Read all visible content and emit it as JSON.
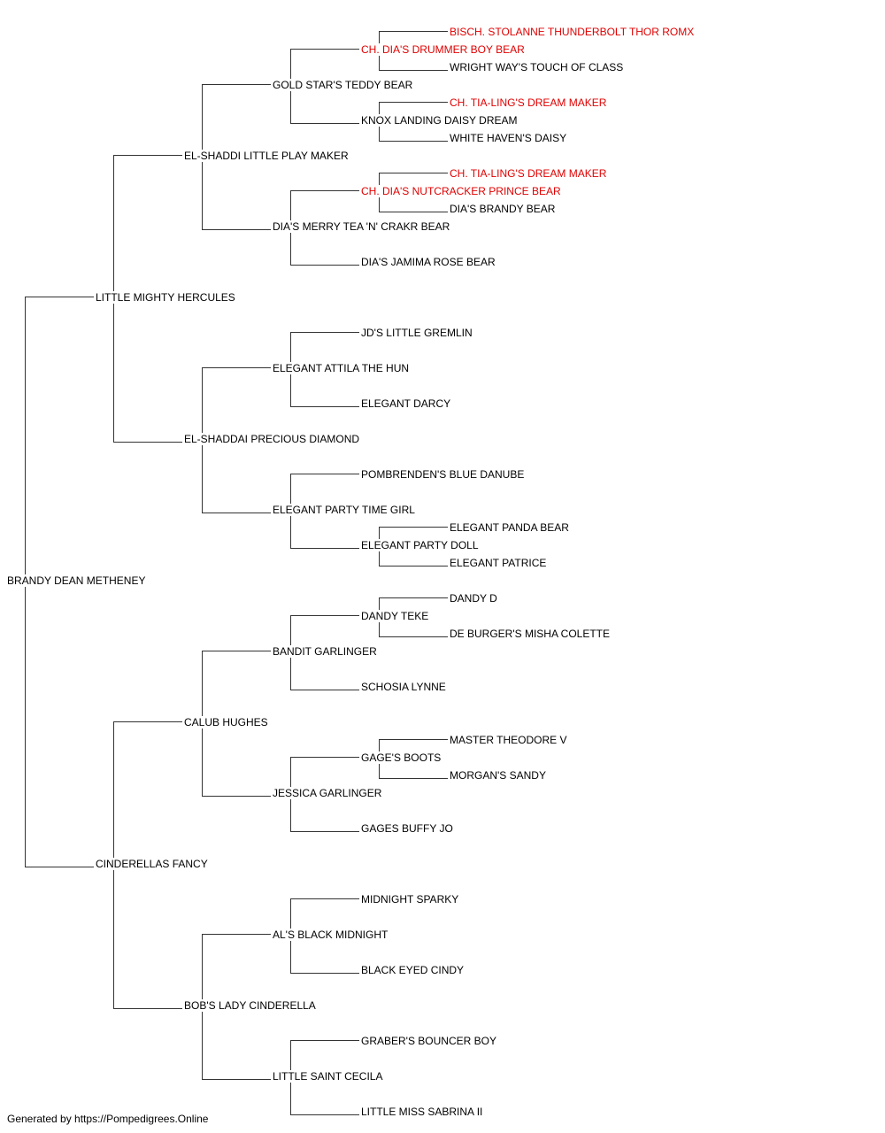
{
  "colors": {
    "champion": "#e00000",
    "normal": "#000000",
    "line": "#333333"
  },
  "pedigree": {
    "name": "BRANDY DEAN METHENEY",
    "sire": {
      "name": "LITTLE MIGHTY HERCULES",
      "sire": {
        "name": "EL-SHADDI LITTLE PLAY MAKER",
        "sire": {
          "name": "GOLD STAR'S TEDDY BEAR",
          "sire": {
            "name": "CH. DIA'S DRUMMER BOY BEAR",
            "champion": true,
            "sire": {
              "name": "BISCH. STOLANNE THUNDERBOLT THOR ROMX",
              "champion": true
            },
            "dam": {
              "name": "WRIGHT WAY'S TOUCH OF CLASS"
            }
          },
          "dam": {
            "name": "KNOX LANDING DAISY DREAM",
            "sire": {
              "name": "CH. TIA-LING'S DREAM MAKER",
              "champion": true
            },
            "dam": {
              "name": "WHITE HAVEN'S DAISY"
            }
          }
        },
        "dam": {
          "name": "DIA'S MERRY TEA 'N' CRAKR BEAR",
          "sire": {
            "name": "CH. DIA'S NUTCRACKER PRINCE BEAR",
            "champion": true,
            "sire": {
              "name": "CH. TIA-LING'S DREAM MAKER",
              "champion": true
            },
            "dam": {
              "name": "DIA'S BRANDY BEAR"
            }
          },
          "dam": {
            "name": "DIA'S JAMIMA ROSE BEAR"
          }
        }
      },
      "dam": {
        "name": "EL-SHADDAI PRECIOUS DIAMOND",
        "sire": {
          "name": "ELEGANT ATTILA THE HUN",
          "sire": {
            "name": "JD'S LITTLE GREMLIN"
          },
          "dam": {
            "name": "ELEGANT DARCY"
          }
        },
        "dam": {
          "name": "ELEGANT PARTY TIME GIRL",
          "sire": {
            "name": "POMBRENDEN'S BLUE DANUBE"
          },
          "dam": {
            "name": "ELEGANT PARTY DOLL",
            "sire": {
              "name": "ELEGANT PANDA BEAR"
            },
            "dam": {
              "name": "ELEGANT PATRICE"
            }
          }
        }
      }
    },
    "dam": {
      "name": "CINDERELLAS FANCY",
      "sire": {
        "name": "CALUB HUGHES",
        "sire": {
          "name": "BANDIT GARLINGER",
          "sire": {
            "name": "DANDY TEKE",
            "sire": {
              "name": "DANDY D"
            },
            "dam": {
              "name": "DE BURGER'S MISHA COLETTE"
            }
          },
          "dam": {
            "name": "SCHOSIA LYNNE"
          }
        },
        "dam": {
          "name": "JESSICA GARLINGER",
          "sire": {
            "name": "GAGE'S BOOTS",
            "sire": {
              "name": "MASTER THEODORE V"
            },
            "dam": {
              "name": "MORGAN'S SANDY"
            }
          },
          "dam": {
            "name": "GAGES BUFFY JO"
          }
        }
      },
      "dam": {
        "name": "BOB'S LADY CINDERELLA",
        "sire": {
          "name": "AL'S BLACK MIDNIGHT",
          "sire": {
            "name": "MIDNIGHT SPARKY"
          },
          "dam": {
            "name": "BLACK EYED CINDY"
          }
        },
        "dam": {
          "name": "LITTLE SAINT CECILA",
          "sire": {
            "name": "GRABER'S BOUNCER BOY"
          },
          "dam": {
            "name": "LITTLE MISS SABRINA II"
          }
        }
      }
    }
  },
  "footer": "Generated by https://Pompedigrees.Online"
}
